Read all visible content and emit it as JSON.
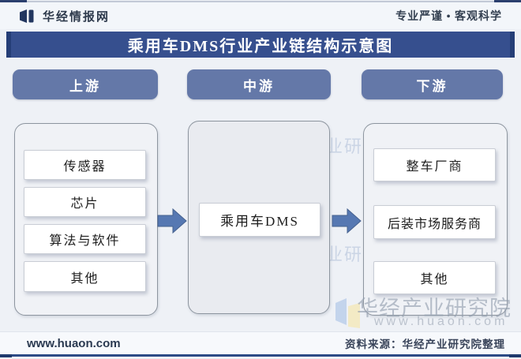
{
  "header": {
    "brand": "华经情报网",
    "tagline": "专业严谨 • 客观科学"
  },
  "title": "乘用车DMS行业产业链结构示意图",
  "columns": [
    {
      "stage": "上游",
      "items": [
        "传感器",
        "芯片",
        "算法与软件",
        "其他"
      ]
    },
    {
      "stage": "中游",
      "items": [
        "乘用车DMS"
      ]
    },
    {
      "stage": "下游",
      "items": [
        "整车厂商",
        "后装市场服务商",
        "其他"
      ]
    }
  ],
  "watermark": {
    "name": "华经产业研究院",
    "url": "www.huaon.com"
  },
  "footer": {
    "site": "www.huaon.com",
    "source": "资料来源：华经产业研究院整理"
  },
  "icons": {
    "brand_logo": "bowtie-book-logo",
    "arrow": "right-block-arrow",
    "watermark_logo": "bowtie-book-logo-light"
  },
  "colors": {
    "page_bg": "#eef1f6",
    "title_bar": "#364f8e",
    "stage_pill": "#6478a8",
    "arrow": "#5678b2",
    "panel_border": "#8d959f",
    "node_bg": "#ffffff",
    "footer_rule": "#2c4a86"
  }
}
